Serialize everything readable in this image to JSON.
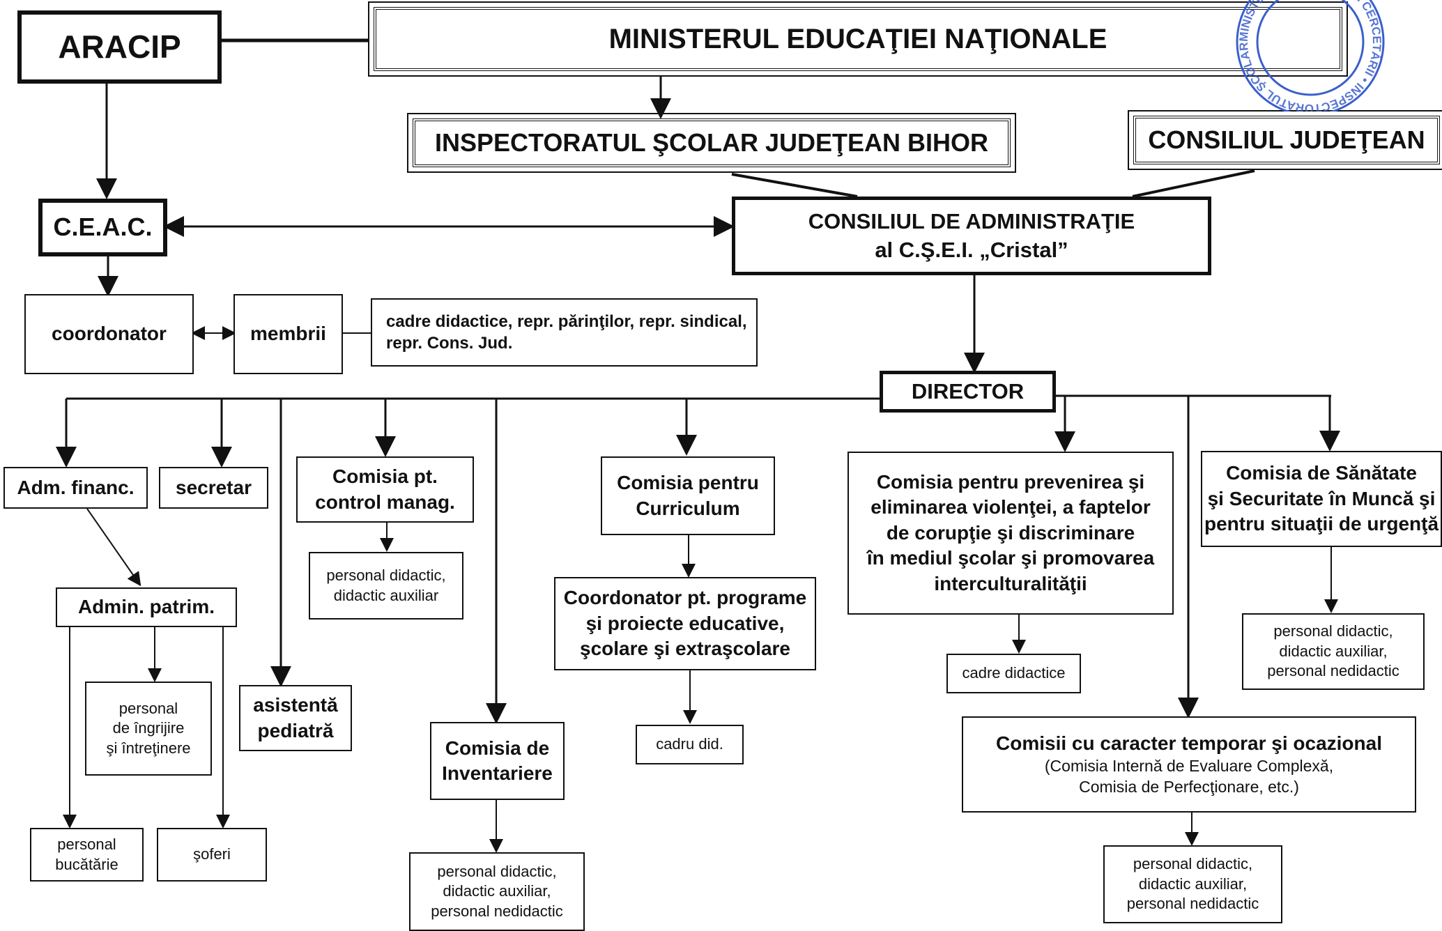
{
  "nodes": {
    "aracip": "ARACIP",
    "ministry": "MINISTERUL EDUCAŢIEI NAŢIONALE",
    "inspectorate": "INSPECTORATUL ŞCOLAR JUDEŢEAN BIHOR",
    "county_council": "CONSILIUL JUDEŢEAN",
    "ceac": "C.E.A.C.",
    "admin_council_line1": "CONSILIUL DE ADMINISTRAŢIE",
    "admin_council_line2": "al C.Ş.E.I. „Cristal”",
    "coordinator": "coordonator",
    "members": "membrii",
    "members_detail_line1": "cadre didactice, repr. părinţilor, repr. sindical,",
    "members_detail_line2": "repr. Cons. Jud.",
    "director": "DIRECTOR",
    "adm_financ": "Adm. financ.",
    "secretary": "secretar",
    "control_manag_line1": "Comisia pt.",
    "control_manag_line2": "control manag.",
    "curriculum_line1": "Comisia pentru",
    "curriculum_line2": "Curriculum",
    "violence_line1": "Comisia pentru prevenirea şi",
    "violence_line2": "eliminarea violenţei, a faptelor",
    "violence_line3": "de corupţie şi discriminare",
    "violence_line4": "în mediul şcolar şi promovarea",
    "violence_line5": "interculturalităţii",
    "health_line1": "Comisia de Sănătate",
    "health_line2": "şi Securitate în Muncă şi",
    "health_line3": "pentru situaţii de urgenţă",
    "admin_patrim": "Admin. patrim.",
    "control_staff_line1": "personal didactic,",
    "control_staff_line2": "didactic auxiliar",
    "programs_line1": "Coordonator pt. programe",
    "programs_line2": "şi proiecte educative,",
    "programs_line3": "şcolare şi extraşcolare",
    "teachers": "cadre didactice",
    "health_staff_line1": "personal didactic,",
    "health_staff_line2": "didactic auxiliar,",
    "health_staff_line3": "personal nedidactic",
    "care_staff_line1": "personal",
    "care_staff_line2": "de îngrijire",
    "care_staff_line3": "şi întreţinere",
    "nurse_line1": "asistentă",
    "nurse_line2": "pediatră",
    "inventory_line1": "Comisia de",
    "inventory_line2": "Inventariere",
    "teacher_single": "cadru did.",
    "temporary_line1": "Comisii cu caracter temporar şi ocazional",
    "temporary_line2": "(Comisia Internă de Evaluare Complexă,",
    "temporary_line3": "Comisia de Perfecţionare, etc.)",
    "kitchen_line1": "personal",
    "kitchen_line2": "bucătărie",
    "drivers": "şoferi",
    "inventory_staff_line1": "personal didactic,",
    "inventory_staff_line2": "didactic auxiliar,",
    "inventory_staff_line3": "personal nedidactic",
    "temporary_staff_line1": "personal didactic,",
    "temporary_staff_line2": "didactic auxiliar,",
    "temporary_staff_line3": "personal nedidactic"
  },
  "stamp": {
    "text": "MINISTERUL EDUCAŢIEI ŞI CERCETĂRII • INSPECTORATUL ŞCOLAR JUDEŢEAN BIHOR",
    "color": "#3a5fcd"
  }
}
